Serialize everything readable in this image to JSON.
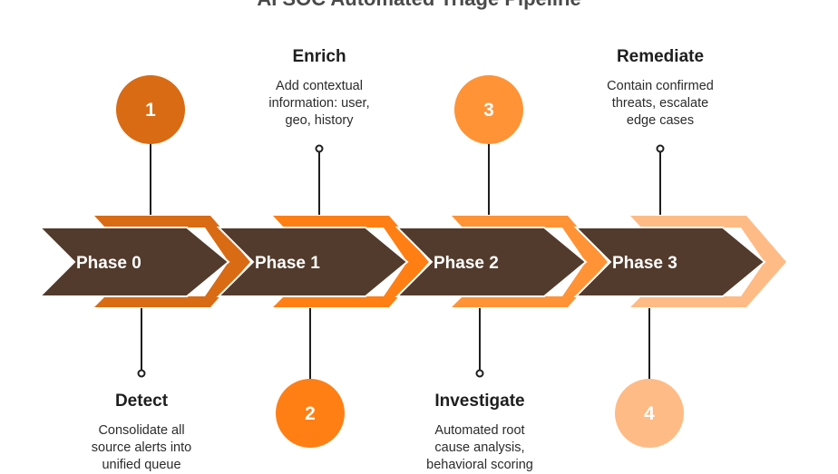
{
  "title": "AI SOC Automated Triage Pipeline",
  "colors": {
    "chevron_body": "#523B2C",
    "chevron_outline": "#ffffff",
    "connector": "#1e1e1e",
    "phase_accents": [
      "#D96B14",
      "#FF7F14",
      "#FF9336",
      "#FFBB85"
    ]
  },
  "phases": [
    {
      "label": "Phase 0",
      "number": "1",
      "step": "Detect",
      "description": [
        "Consolidate all",
        "source alerts into",
        "unified queue"
      ],
      "position": "bottom"
    },
    {
      "label": "Phase 1",
      "number": "2",
      "step": "Enrich",
      "description": [
        "Add contextual",
        "information: user,",
        "geo, history"
      ],
      "position": "top"
    },
    {
      "label": "Phase 2",
      "number": "3",
      "step": "Investigate",
      "description": [
        "Automated root",
        "cause analysis,",
        "behavioral scoring"
      ],
      "position": "bottom"
    },
    {
      "label": "Phase 3",
      "number": "4",
      "step": "Remediate",
      "description": [
        "Contain confirmed",
        "threats, escalate",
        "edge cases"
      ],
      "position": "top"
    }
  ]
}
